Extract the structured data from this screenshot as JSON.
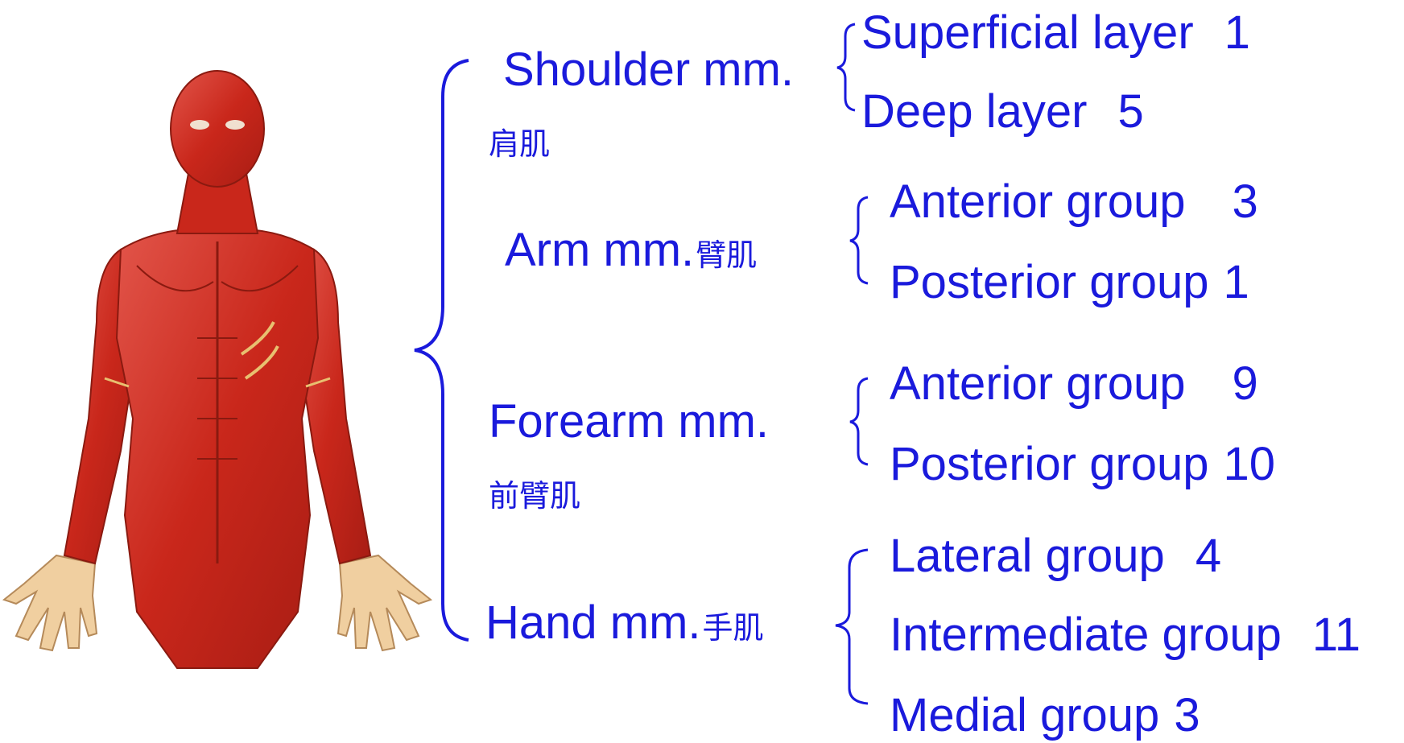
{
  "colors": {
    "text": "#1a1adc",
    "muscle": "#c9271b",
    "muscle_light": "#e2554a",
    "skin": "#f0cfa0"
  },
  "figure": {
    "icon": "human-muscle-anatomy-figure"
  },
  "regions": [
    {
      "name": "Shoulder mm.",
      "cn": "肩肌",
      "groups": [
        {
          "label": "Superficial layer",
          "count": "1"
        },
        {
          "label": "Deep layer",
          "count": "5"
        }
      ]
    },
    {
      "name": "Arm mm.",
      "cn": "臂肌",
      "groups": [
        {
          "label": "Anterior group",
          "count": "3"
        },
        {
          "label": "Posterior group",
          "count": "1"
        }
      ]
    },
    {
      "name": "Forearm mm.",
      "cn": "前臂肌",
      "groups": [
        {
          "label": "Anterior group",
          "count": "9"
        },
        {
          "label": "Posterior group",
          "count": "10"
        }
      ]
    },
    {
      "name": "Hand mm.",
      "cn": "手肌",
      "groups": [
        {
          "label": "Lateral group",
          "count": "4"
        },
        {
          "label": "Intermediate group",
          "count": "11"
        },
        {
          "label": "Medial group",
          "count": "3"
        }
      ]
    }
  ]
}
